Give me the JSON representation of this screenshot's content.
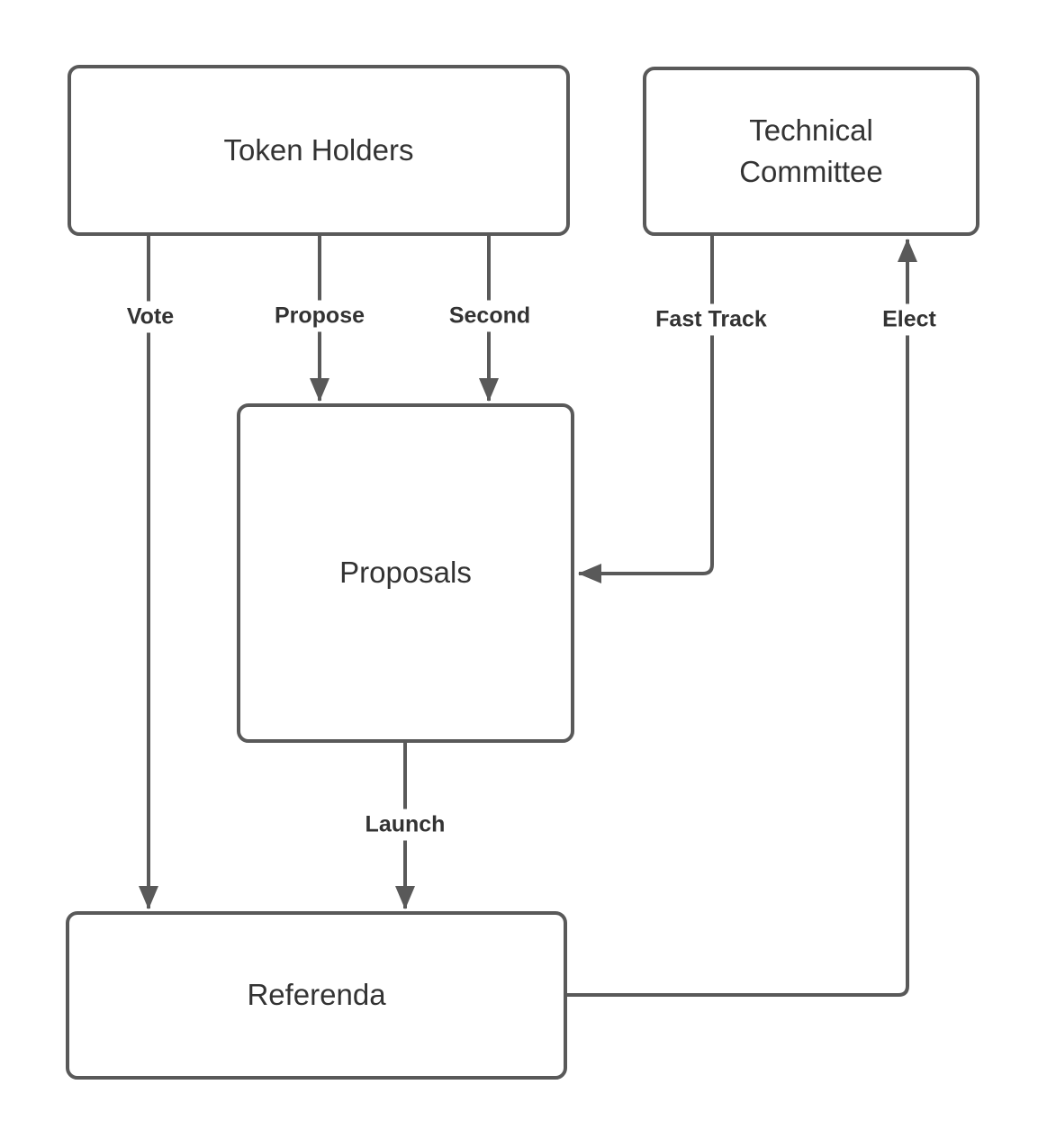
{
  "diagram": {
    "type": "flowchart",
    "colors": {
      "stroke": "#595959",
      "text": "#333333",
      "background": "#ffffff"
    },
    "nodes": {
      "token_holders": {
        "label": "Token Holders"
      },
      "technical_committee": {
        "label": "Technical Committee"
      },
      "proposals": {
        "label": "Proposals"
      },
      "referenda": {
        "label": "Referenda"
      }
    },
    "edges": {
      "vote": {
        "label": "Vote",
        "from": "Token Holders",
        "to": "Referenda"
      },
      "propose": {
        "label": "Propose",
        "from": "Token Holders",
        "to": "Proposals"
      },
      "second": {
        "label": "Second",
        "from": "Token Holders",
        "to": "Proposals"
      },
      "fast_track": {
        "label": "Fast Track",
        "from": "Technical Committee",
        "to": "Proposals"
      },
      "elect": {
        "label": "Elect",
        "from": "Referenda",
        "to": "Technical Committee"
      },
      "launch": {
        "label": "Launch",
        "from": "Proposals",
        "to": "Referenda"
      }
    }
  }
}
